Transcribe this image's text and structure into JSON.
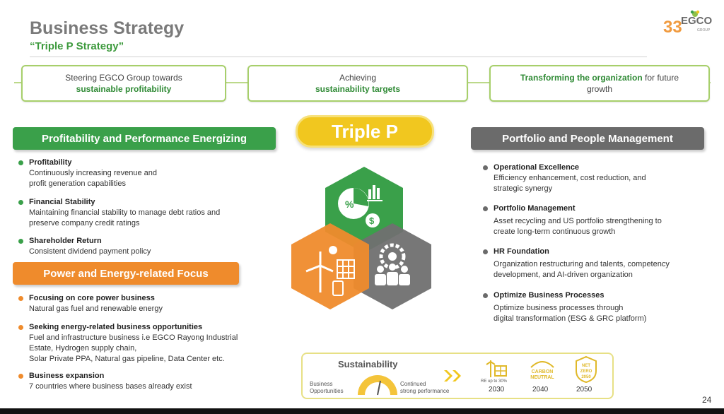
{
  "header": {
    "title": "Business Strategy",
    "subtitle": "“Triple P Strategy”",
    "logo_text": "EGCO",
    "logo_sub": "GROUP",
    "logo_number": "33"
  },
  "goals": [
    {
      "line1": "Steering EGCO Group towards",
      "line2": "sustainable profitability"
    },
    {
      "line1": "Achieving",
      "line2": "sustainability targets"
    },
    {
      "line1_bold": "Transforming the organization",
      "line1_rest": " for future",
      "line2": "growth"
    }
  ],
  "center": {
    "badge": "Triple P"
  },
  "left": {
    "section1": {
      "title": "Profitability and Performance Energizing",
      "items": [
        {
          "head": "Profitability",
          "desc1": "Continuously increasing revenue and",
          "desc2": "profit generation capabilities"
        },
        {
          "head": "Financial Stability",
          "desc1": "Maintaining financial stability to manage debt ratios and",
          "desc2": "preserve company credit ratings"
        },
        {
          "head": "Shareholder Return",
          "desc1": "Consistent dividend payment policy"
        }
      ]
    },
    "section2": {
      "title": "Power and Energy-related Focus",
      "items": [
        {
          "head": "Focusing on core power business",
          "desc1": "Natural gas fuel and renewable energy"
        },
        {
          "head": "Seeking energy-related business opportunities",
          "desc1": "Fuel and infrastructure business i.e EGCO Rayong Industrial",
          "desc2": "Estate, Hydrogen supply chain,",
          "desc3": "Solar Private PPA, Natural gas pipeline, Data Center etc."
        },
        {
          "head": "Business expansion",
          "desc1": "7 countries where business bases already exist"
        }
      ]
    }
  },
  "right": {
    "title": "Portfolio and People Management",
    "items": [
      {
        "head": "Operational Excellence",
        "desc1": "Efficiency enhancement, cost reduction, and",
        "desc2": "strategic synergy"
      },
      {
        "head": "Portfolio Management",
        "desc1": "Asset recycling and US portfolio strengthening to",
        "desc2": "create long-term continuous growth"
      },
      {
        "head": "HR Foundation",
        "desc1": "Organization restructuring and talents, competency",
        "desc2": "development, and AI-driven organization"
      },
      {
        "head": "Optimize Business Processes",
        "desc1": "Optimize business processes through",
        "desc2": "digital transformation (ESG & GRC platform)"
      }
    ]
  },
  "sustainability": {
    "title": "Sustainability",
    "left_label1": "Business",
    "left_label2": "Opportunities",
    "right_label1": "Continued",
    "right_label2": "strong performance",
    "re_note": "RE up to 30%",
    "carbon1": "CARBON",
    "carbon2": "NEUTRAL",
    "net1": "NET",
    "net2": "ZERO",
    "net3": "2050",
    "years": [
      "2030",
      "2040",
      "2050"
    ]
  },
  "page_number": "24",
  "colors": {
    "green": "#3aa04a",
    "orange": "#ef8b2c",
    "gray": "#6b6b6b",
    "yellow": "#f1c71f",
    "light_green": "#a7cf6b"
  }
}
